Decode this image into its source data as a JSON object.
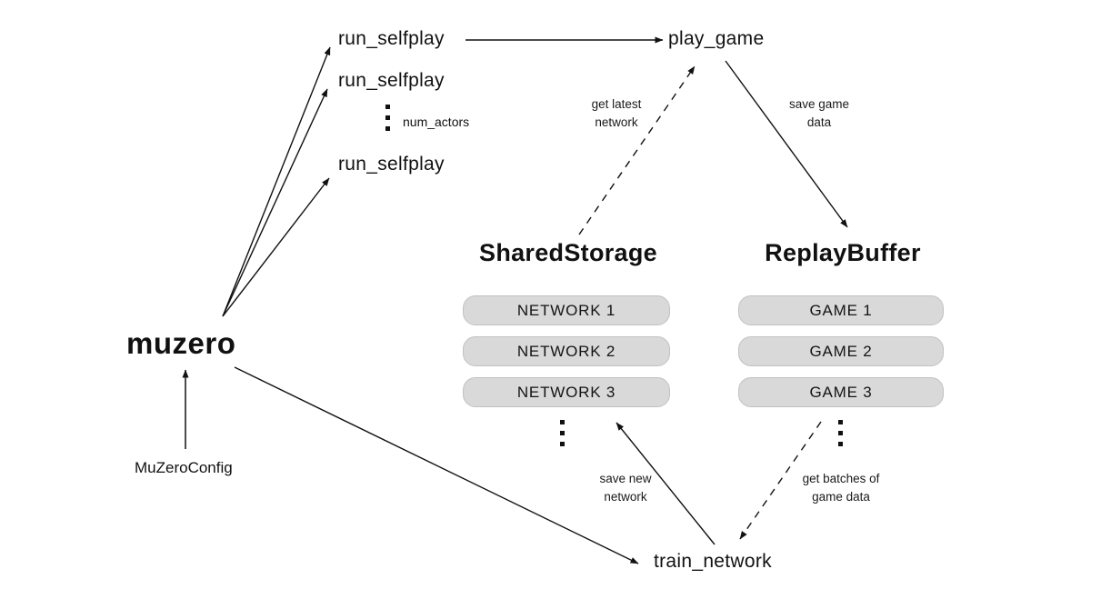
{
  "diagram": {
    "muzero": "muzero",
    "muzero_config": "MuZeroConfig",
    "run_selfplay_1": "run_selfplay",
    "run_selfplay_2": "run_selfplay",
    "run_selfplay_3": "run_selfplay",
    "num_actors": "num_actors",
    "play_game": "play_game",
    "train_network": "train_network",
    "shared_storage": {
      "title": "SharedStorage",
      "items": [
        "NETWORK 1",
        "NETWORK 2",
        "NETWORK 3"
      ]
    },
    "replay_buffer": {
      "title": "ReplayBuffer",
      "items": [
        "GAME 1",
        "GAME 2",
        "GAME 3"
      ]
    },
    "edge_labels": {
      "get_latest_network": "get latest\nnetwork",
      "save_game_data": "save game\ndata",
      "save_new_network": "save new\nnetwork",
      "get_batches_of_game_data": "get batches of\ngame data"
    },
    "colors": {
      "ink": "#111111",
      "pill_fill": "#d9d9d9",
      "pill_border": "#c2c2c2",
      "background": "#ffffff"
    }
  }
}
